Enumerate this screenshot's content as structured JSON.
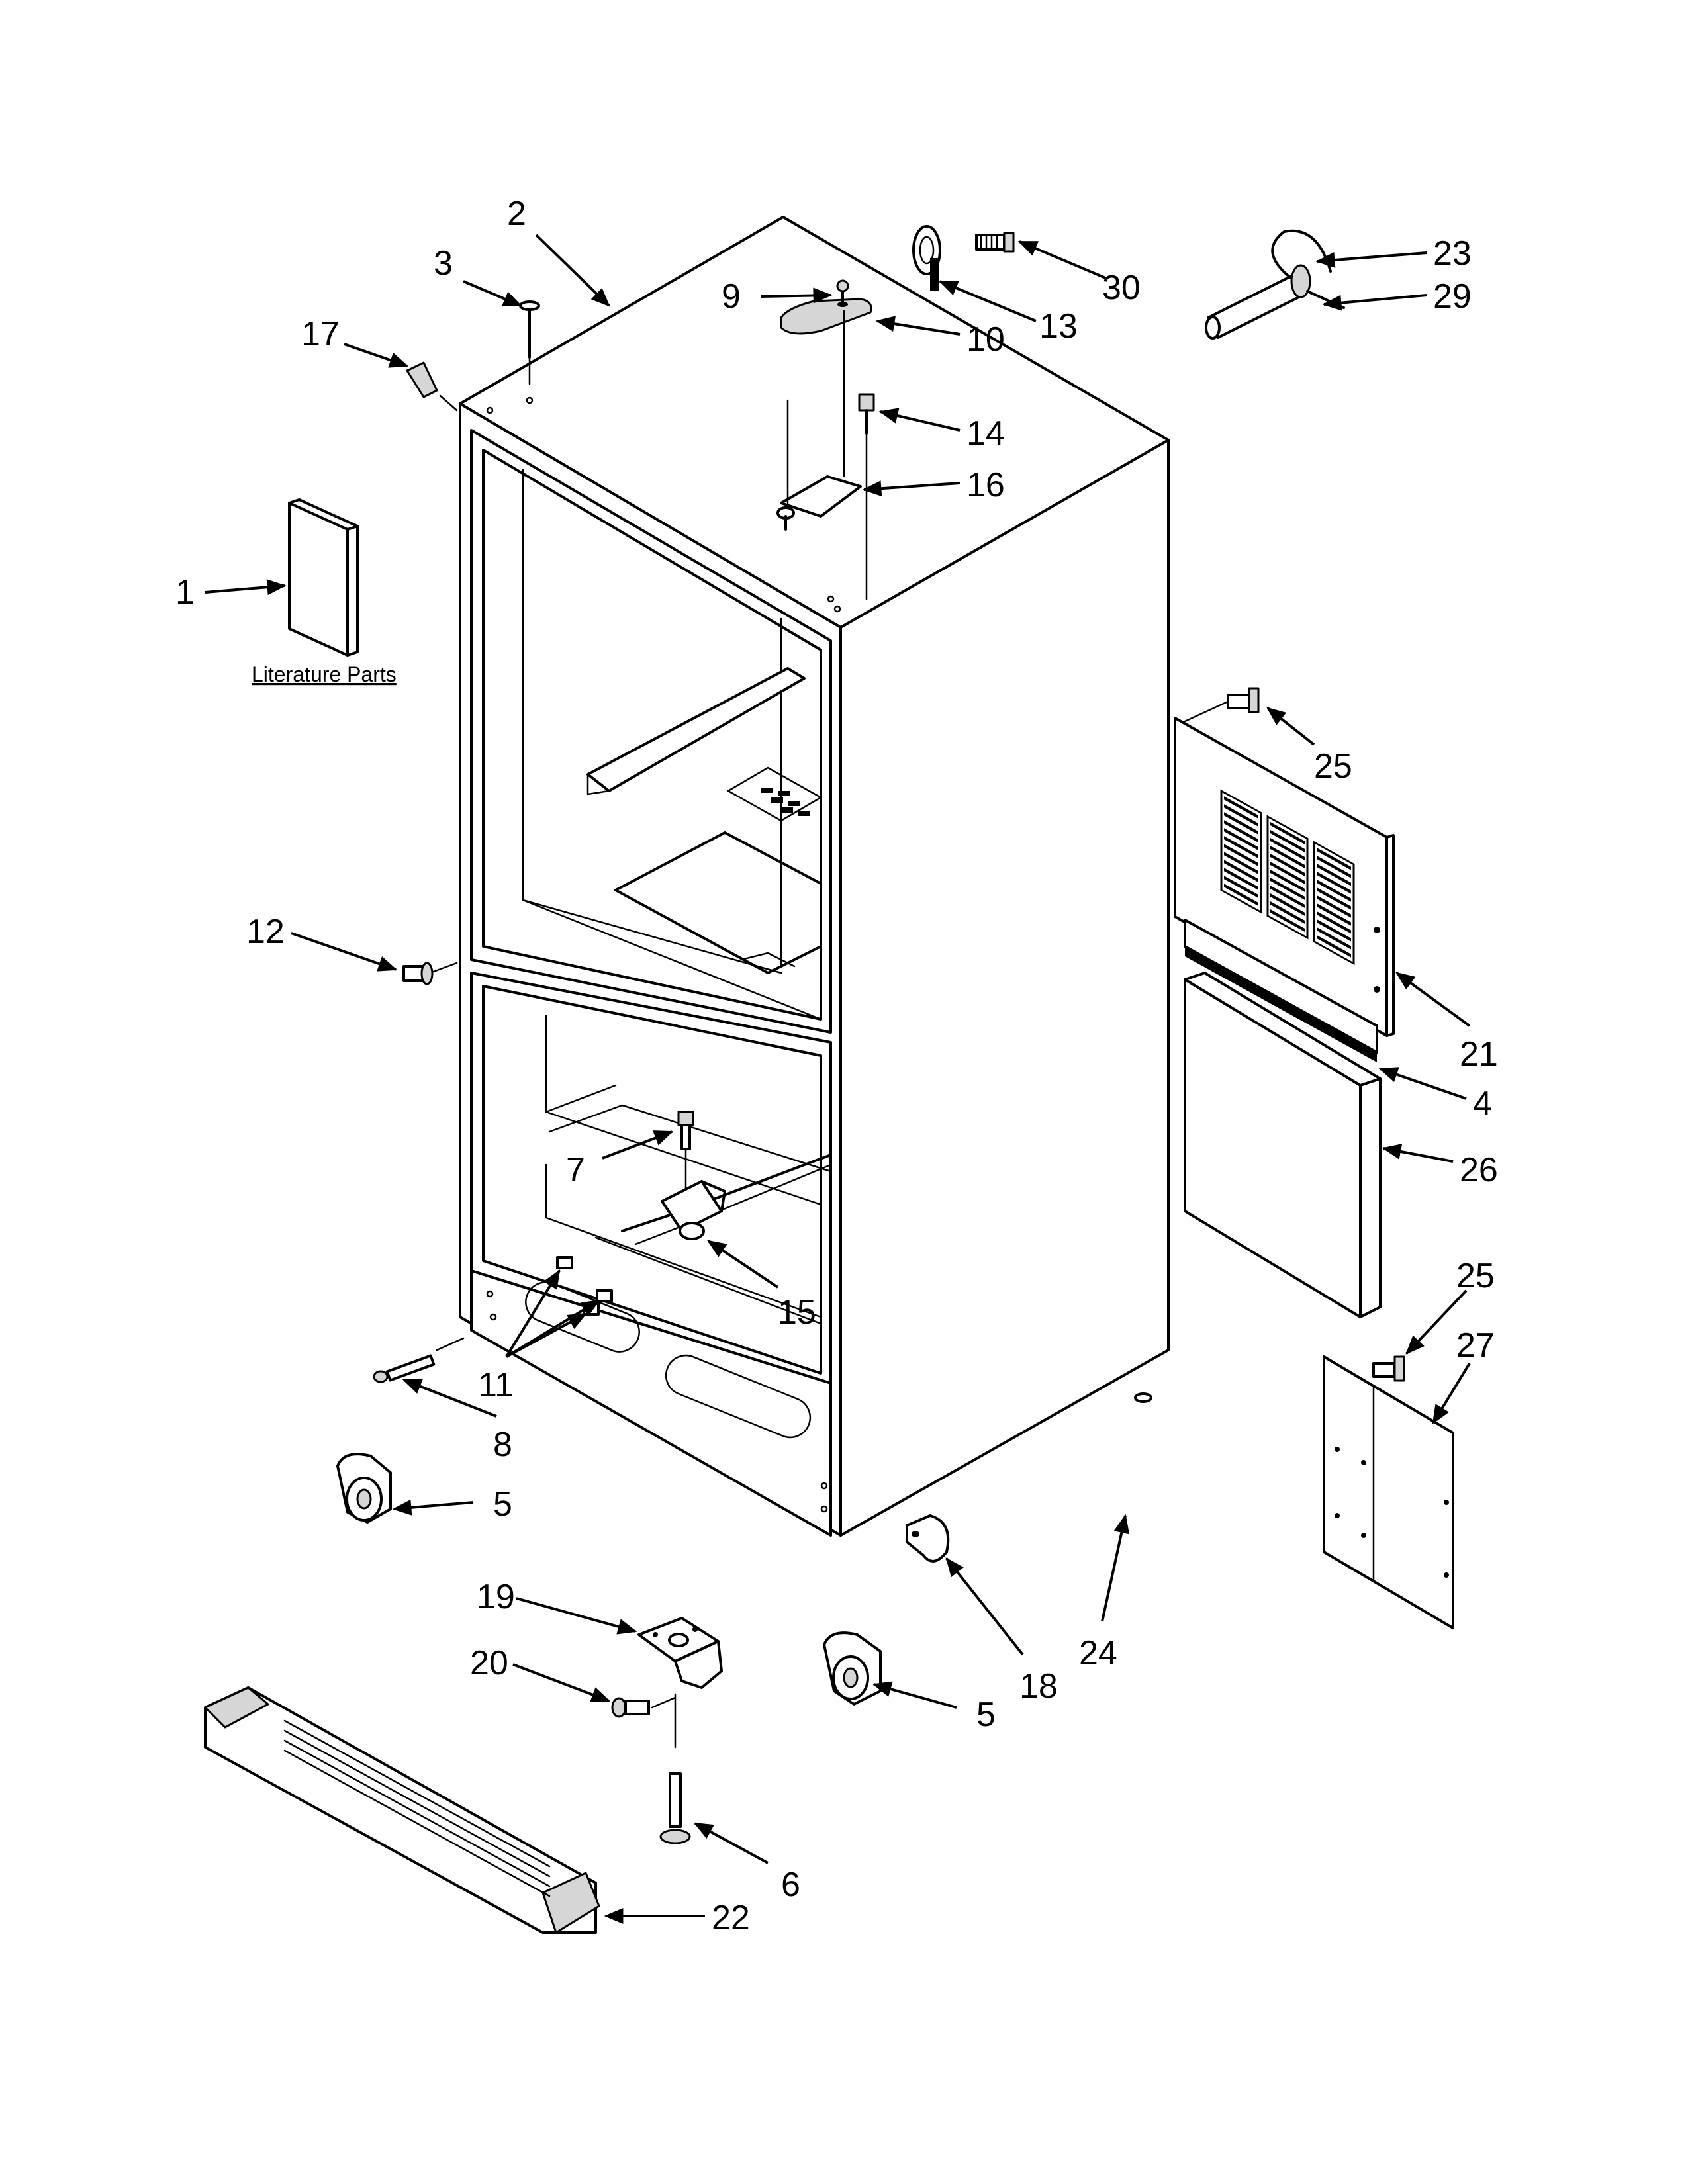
{
  "caption": {
    "literature": "Literature Parts"
  },
  "callouts": [
    {
      "id": "c1",
      "text": "1"
    },
    {
      "id": "c2",
      "text": "2"
    },
    {
      "id": "c3",
      "text": "3"
    },
    {
      "id": "c17",
      "text": "17"
    },
    {
      "id": "c9",
      "text": "9"
    },
    {
      "id": "c13",
      "text": "13"
    },
    {
      "id": "c30",
      "text": "30"
    },
    {
      "id": "c23",
      "text": "23"
    },
    {
      "id": "c29",
      "text": "29"
    },
    {
      "id": "c10",
      "text": "10"
    },
    {
      "id": "c14",
      "text": "14"
    },
    {
      "id": "c16",
      "text": "16"
    },
    {
      "id": "c25a",
      "text": "25"
    },
    {
      "id": "c12",
      "text": "12"
    },
    {
      "id": "c21",
      "text": "21"
    },
    {
      "id": "c4",
      "text": "4"
    },
    {
      "id": "c7",
      "text": "7"
    },
    {
      "id": "c26",
      "text": "26"
    },
    {
      "id": "c15",
      "text": "15"
    },
    {
      "id": "c25b",
      "text": "25"
    },
    {
      "id": "c27",
      "text": "27"
    },
    {
      "id": "c11",
      "text": "11"
    },
    {
      "id": "c8",
      "text": "8"
    },
    {
      "id": "c5a",
      "text": "5"
    },
    {
      "id": "c19",
      "text": "19"
    },
    {
      "id": "c20",
      "text": "20"
    },
    {
      "id": "c18",
      "text": "18"
    },
    {
      "id": "c24",
      "text": "24"
    },
    {
      "id": "c5b",
      "text": "5"
    },
    {
      "id": "c6",
      "text": "6"
    },
    {
      "id": "c22",
      "text": "22"
    }
  ]
}
